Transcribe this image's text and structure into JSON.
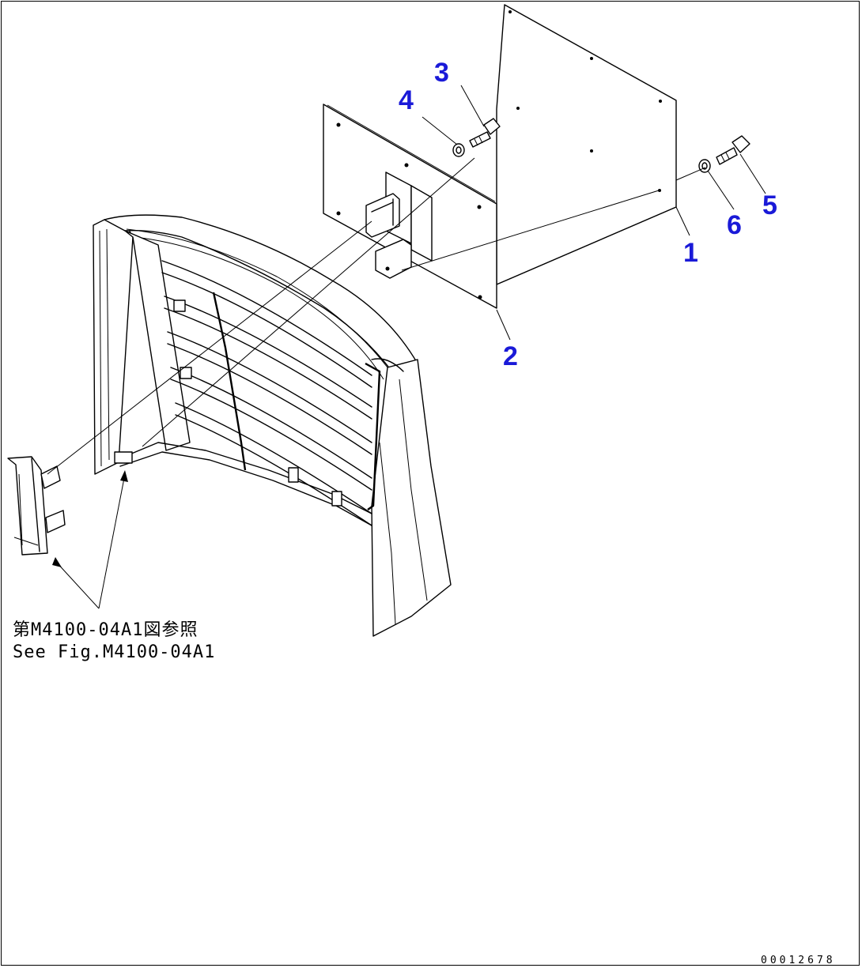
{
  "callouts": {
    "c1": "1",
    "c2": "2",
    "c3": "3",
    "c4": "4",
    "c5": "5",
    "c6": "6"
  },
  "reference": {
    "line_jp": "第M4100-04A1図参照",
    "line_en": "See Fig.M4100-04A1"
  },
  "drawing_code": "00012678",
  "colors": {
    "callout": "#1a1ad8",
    "line": "#000000",
    "background": "#ffffff"
  }
}
